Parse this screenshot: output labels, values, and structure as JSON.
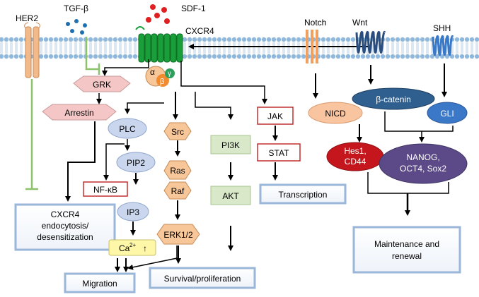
{
  "labels": {
    "her2": "HER2",
    "tgfb": "TGF-β",
    "sdf1": "SDF-1",
    "cxcr4": "CXCR4",
    "notch": "Notch",
    "wnt": "Wnt",
    "shh": "SHH",
    "alpha": "α",
    "beta": "β",
    "gamma": "γ",
    "grk": "GRK",
    "arrestin": "Arrestin",
    "plc": "PLC",
    "pip2": "PIP2",
    "nfkb": "NF-κB",
    "ip3": "IP3",
    "ca": "Ca",
    "ca_sup": "2+",
    "ca_arrow": "↑",
    "src": "Src",
    "ras": "Ras",
    "raf": "Raf",
    "erk": "ERK1/2",
    "pi3k": "PI3K",
    "akt": "AKT",
    "jak": "JAK",
    "stat": "STAT",
    "transcription": "Transcription",
    "nicd": "NICD",
    "bcatenin": "β-catenin",
    "gli": "GLI",
    "hes1_l1": "Hes1,",
    "hes1_l2": "CD44",
    "nanog_l1": "NANOG,",
    "nanog_l2": "OCT4, Sox2",
    "endo_l1": "CXCR4",
    "endo_l2": "endocytosis/",
    "endo_l3": "desensitization",
    "migration": "Migration",
    "survival": "Survival/proliferation",
    "maint_l1": "Maintenance and",
    "maint_l2": "renewal"
  },
  "colors": {
    "membrane_head": "#8fb8dc",
    "membrane_tail": "#b9cfe3",
    "cxcr4_green": "#1a9e3a",
    "sdf1_red": "#e02020",
    "tgfb_blue": "#1f6fb0",
    "her2_orange": "#f2b98a",
    "notch_orange": "#f0a060",
    "wnt_navy": "#2a4f7f",
    "shh_blue": "#3a78c8",
    "inhibit_green": "#8dc26a",
    "grk_pink": "#f4c6c6",
    "plc_lav": "#c9d6ee",
    "src_orange": "#f7c79a",
    "pi3k_green": "#d8e8c8",
    "jak_red": "#c03030",
    "nicd_peach": "#f9c5a0",
    "bcat_navy": "#2f5f8f",
    "gli_blue": "#3b78c8",
    "hes_red": "#c4161c",
    "nanog_purple": "#5b4a87",
    "box_blue": "#9ab6d8",
    "ca_yellow": "#fff7a8"
  }
}
